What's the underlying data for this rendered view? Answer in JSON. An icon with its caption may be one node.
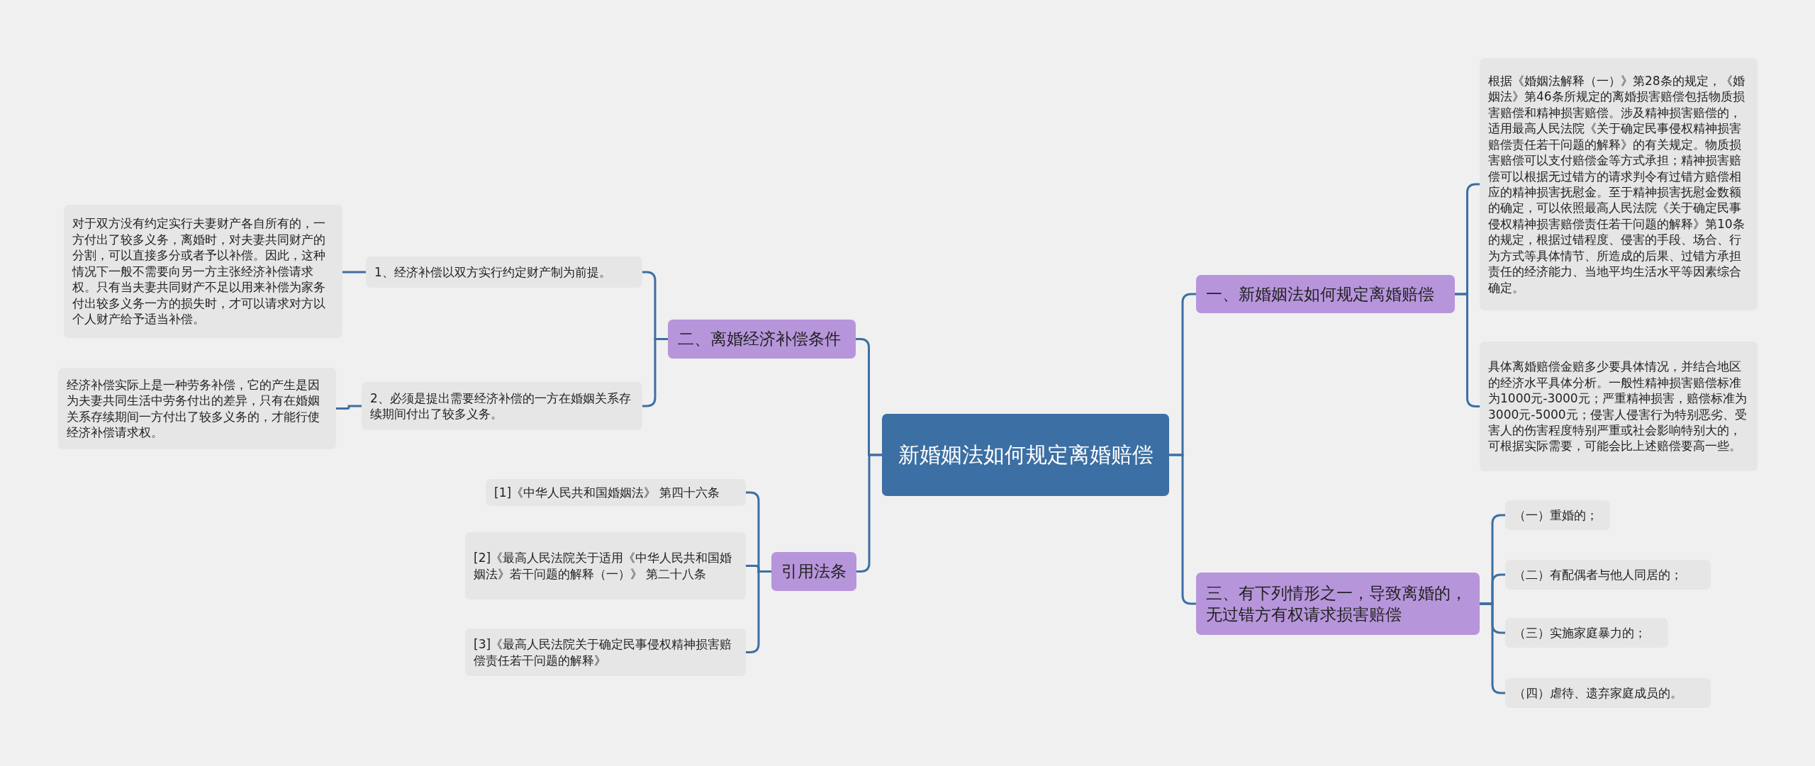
{
  "diagram": {
    "nodes": [
      {
        "text": [
          "新婚姻法如何规定离婚赔偿"
        ]
      },
      {
        "text": [
          "一、新婚姻法如何规定离婚赔偿"
        ]
      },
      {
        "text": [
          "根据《婚姻法解释（一）》第28条的规定，《婚姻法》第46条所规定的离婚损害赔偿包括物质损害赔偿和精神损害赔偿。涉及精神损害赔偿的，适用最高人民法院《关于确定民事侵权精神损害赔偿责任若干问题的解释》的有关规定。物质损害赔偿可以支付赔偿金等方式承担；精神损害赔偿可以根据无过错方的请求判令有过错方赔偿相应的精神损害抚慰金。至于精神损害抚慰金数额的确定，可以依照最高人民法院《关于确定民事侵权精神损害赔偿责任若干问题的解释》第10条的规定，根据过错程度、侵害的手段、场合、行为方式等具体情节、所造成的后果、过错方承担责任的经济能力、当地平均生活水平等因素综合确定。"
        ]
      },
      {
        "text": [
          "具体离婚赔偿金赔多少要具体情况，并结合地区的经济水平具体分析。一般性精神损害赔偿标准为1000元-3000元；严重精神损害，赔偿标准为3000元-5000元；侵害人侵害行为特别恶劣、受害人的伤害程度特别严重或社会影响特别大的，可根据实际需要，可能会比上述赔偿要高一些。"
        ]
      },
      {
        "text": [
          "三、有下列情形之一，导致离婚的，无过错方有权请求损害赔偿"
        ]
      },
      {
        "text": [
          "（一）重婚的；"
        ]
      },
      {
        "text": [
          "（二）有配偶者与他人同居的；"
        ]
      },
      {
        "text": [
          "（三）实施家庭暴力的；"
        ]
      },
      {
        "text": [
          "（四）虐待、遗弃家庭成员的。"
        ]
      },
      {
        "text": [
          "二、离婚经济补偿条件"
        ]
      },
      {
        "text": [
          "1、经济补偿以双方实行约定财产制为前提。"
        ]
      },
      {
        "text": [
          "对于双方没有约定实行夫妻财产各自所有的，一方付出了较多义务，离婚时，对夫妻共同财产的分割，可以直接多分或者予以补偿。因此，这种情况下一般不需要向另一方主张经济补偿请求权。只有当夫妻共同财产不足以用来补偿为家务付出较多义务一方的损失时，才可以请求对方以个人财产给予适当补偿。"
        ]
      },
      {
        "text": [
          "2、必须是提出需要经济补偿的一方在婚姻关系存续期间付出了较多义务。"
        ]
      },
      {
        "text": [
          "经济补偿实际上是一种劳务补偿，它的产生是因为夫妻共同生活中劳务付出的差异，只有在婚姻关系存续期间一方付出了较多义务的，才能行使经济补偿请求权。"
        ]
      },
      {
        "text": [
          "引用法条"
        ]
      },
      {
        "text": [
          "[1]《中华人民共和国婚姻法》 第四十六条"
        ]
      },
      {
        "text": [
          "[2]《最高人民法院关于适用《中华人民共和国婚姻法》若干问题的解释（一）》 第二十八条"
        ]
      },
      {
        "text": [
          "[3]《最高人民法院关于确定民事侵权精神损害赔偿责任若干问题的解释》"
        ]
      }
    ],
    "edges": [
      {
        "from": 0,
        "to": 1,
        "arrow": "none"
      },
      {
        "from": 1,
        "to": 2,
        "arrow": "none"
      },
      {
        "from": 1,
        "to": 3,
        "arrow": "none"
      },
      {
        "from": 0,
        "to": 4,
        "arrow": "none"
      },
      {
        "from": 4,
        "to": 5,
        "arrow": "none"
      },
      {
        "from": 4,
        "to": 6,
        "arrow": "none"
      },
      {
        "from": 4,
        "to": 7,
        "arrow": "none"
      },
      {
        "from": 4,
        "to": 8,
        "arrow": "none"
      },
      {
        "from": 0,
        "to": 9,
        "arrow": "none"
      },
      {
        "from": 9,
        "to": 10,
        "arrow": "none"
      },
      {
        "from": 10,
        "to": 11,
        "arrow": "none"
      },
      {
        "from": 9,
        "to": 12,
        "arrow": "none"
      },
      {
        "from": 12,
        "to": 13,
        "arrow": "none"
      },
      {
        "from": 0,
        "to": 14,
        "arrow": "none"
      },
      {
        "from": 14,
        "to": 15,
        "arrow": "none"
      },
      {
        "from": 14,
        "to": 16,
        "arrow": "none"
      },
      {
        "from": 14,
        "to": 17,
        "arrow": "none"
      }
    ]
  }
}
